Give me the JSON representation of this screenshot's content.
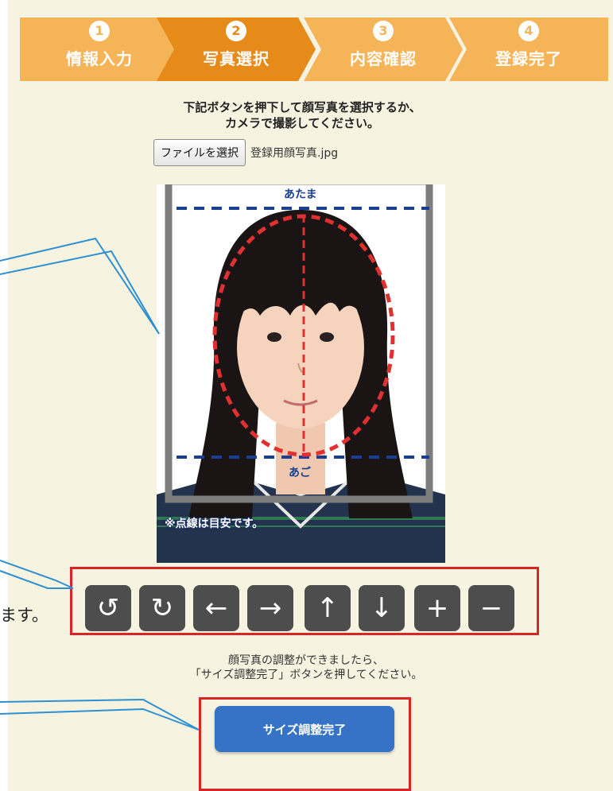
{
  "colors": {
    "step_inactive": "#f5b458",
    "step_active": "#e68a1a",
    "panel_bg": "#f6f4e1",
    "frame_gray": "#7d7d7d",
    "guide_blue": "#1a3f92",
    "guide_red": "#e03030",
    "highlight_red": "#d92527",
    "callout_blue": "#2f8fd0",
    "control_gray": "#4d4d4d",
    "primary_button": "#3673c6"
  },
  "steps": [
    {
      "number": "1",
      "label": "情報入力",
      "active": false
    },
    {
      "number": "2",
      "label": "写真選択",
      "active": true
    },
    {
      "number": "3",
      "label": "内容確認",
      "active": false
    },
    {
      "number": "4",
      "label": "登録完了",
      "active": false
    }
  ],
  "instructions": {
    "line1": "下記ボタンを押下して顔写真を選択するか、",
    "line2": "カメラで撮影してください。"
  },
  "file_input": {
    "button_label": "ファイルを選択",
    "file_name": "登録用顔写真.jpg"
  },
  "photo": {
    "top_label": "あたま",
    "bottom_label": "あご",
    "note": "※点線は目安です。"
  },
  "controls": [
    {
      "icon": "rotate-left-icon",
      "glyph": "↺",
      "name": "rotate-left-button"
    },
    {
      "icon": "rotate-right-icon",
      "glyph": "↻",
      "name": "rotate-right-button"
    },
    {
      "icon": "arrow-left-icon",
      "glyph": "←",
      "name": "move-left-button"
    },
    {
      "icon": "arrow-right-icon",
      "glyph": "→",
      "name": "move-right-button"
    },
    {
      "icon": "arrow-up-icon",
      "glyph": "↑",
      "name": "move-up-button"
    },
    {
      "icon": "arrow-down-icon",
      "glyph": "↓",
      "name": "move-down-button"
    },
    {
      "icon": "plus-icon",
      "glyph": "+",
      "name": "zoom-in-button"
    },
    {
      "icon": "minus-icon",
      "glyph": "−",
      "name": "zoom-out-button"
    }
  ],
  "side_text": "ます。",
  "bottom_instructions": {
    "line1": "顔写真の調整ができましたら、",
    "line2": "「サイズ調整完了」ボタンを押してください。"
  },
  "done_button": {
    "label": "サイズ調整完了"
  }
}
